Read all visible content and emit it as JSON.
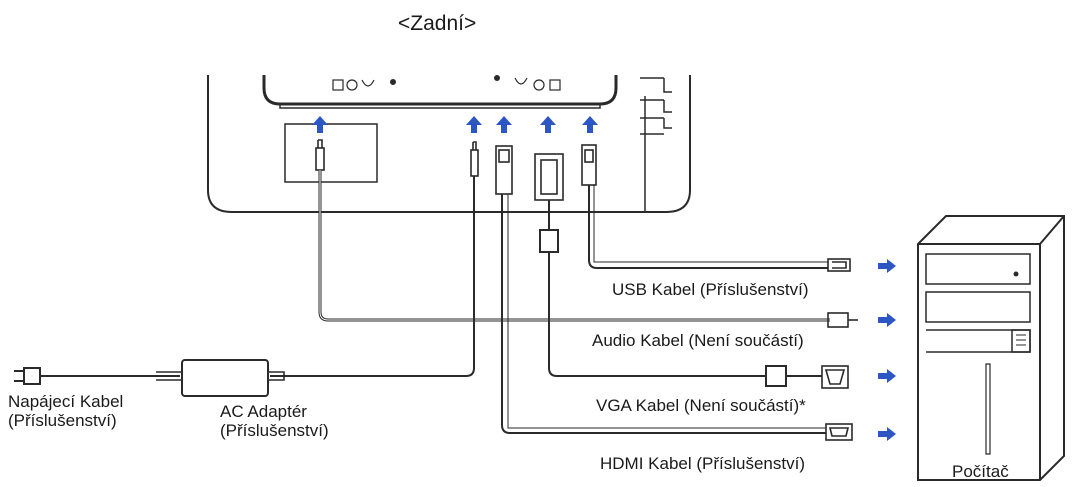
{
  "title": "<Zadní>",
  "cables": {
    "usb": "USB Kabel (Příslušenství)",
    "audio": "Audio Kabel (Není součástí)",
    "vga": "VGA Kabel (Není součástí)*",
    "hdmi": "HDMI Kabel (Příslušenství)"
  },
  "power_cable": {
    "line1": "Napájecí Kabel",
    "line2": "(Příslušenství)"
  },
  "adapter": {
    "line1": "AC Adaptér",
    "line2": "(Příslušenství)"
  },
  "computer_label": "Počítač",
  "colors": {
    "line": "#2a2a2a",
    "arrow": "#2c56c4"
  }
}
